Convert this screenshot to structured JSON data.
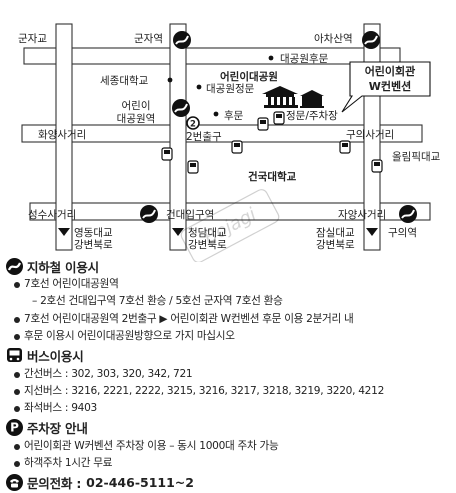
{
  "map": {
    "places": {
      "gunjagyo": "군자교",
      "gunja_station": "군자역",
      "achasan_station": "아차산역",
      "sejong_univ": "세종대학교",
      "childrens_park_station_1": "어린이",
      "childrens_park_station_2": "대공원역",
      "back_gate": "대공원후문",
      "childrens_park": "어린이대공원",
      "main_gate": "대공원정문",
      "exit2": "2번출구",
      "exit_number": "2",
      "hubmun": "후문",
      "main_gate_parking": "정문/주차장",
      "hwayang": "화양사거리",
      "guui_crossroad": "구의사거리",
      "olympic_road": "올림픽대교",
      "konkuk_univ": "건국대학교",
      "seongsu": "성수사거리",
      "konkuk_station": "건대입구역",
      "jayang": "자양사거리",
      "guui_station": "구의역",
      "yeongdong_1": "영동대교",
      "yeongdong_2": "강변북로",
      "cheongdam_1": "청담대교",
      "cheongdam_2": "강변북로",
      "jamsil_1": "잠실대교",
      "jamsil_2": "강변북로",
      "callout_1": "어린이회관",
      "callout_2": "W컨벤션",
      "watermark": "Bojagi"
    }
  },
  "subway": {
    "title": "지하철 이용시",
    "lines": [
      "7호선 어린이대공원역",
      "– 2호선 건대입구역 7호선 환승 / 5호선 군자역 7호선 환승",
      "7호선 어린이대공원역 2번출구 ▶ 어린이회관 W컨벤션 후문 이용 2분거리 내",
      "후문 이용시 어린이대공원방향으로 가지 마십시오"
    ]
  },
  "bus": {
    "title": "버스이용시",
    "lines": [
      "간선버스 : 302, 303, 320, 342, 721",
      "지선버스 : 3216, 2221, 2222, 3215, 3216, 3217, 3218, 3219, 3220, 4212",
      "좌석버스 : 9403"
    ]
  },
  "parking": {
    "title": "주차장 안내",
    "icon_letter": "P",
    "lines": [
      "어린이회관 W커벤션 주차장 이용 – 동시 1000대 주차 가능",
      "하객주차 1시간 무료"
    ]
  },
  "phone": {
    "title": "문의전화 :",
    "number": "02-446-5111~2"
  }
}
